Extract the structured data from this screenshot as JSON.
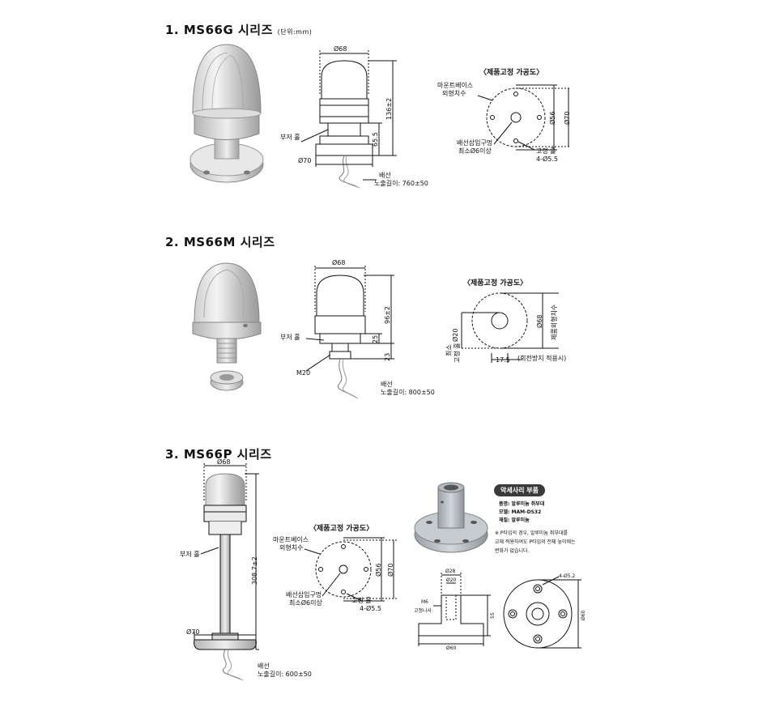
{
  "sections": [
    {
      "title": "1. MS66G 시리즈",
      "unit_note": "(단위:mm)",
      "dims": {
        "diameter_top": "Ø68",
        "height": "136±2",
        "lower_height": "65.5",
        "base_diameter": "Ø70"
      },
      "buzzer_label": "부저 홀",
      "wire_label": "배선",
      "wire_length": "노출길이: 760±50",
      "mount": {
        "title": "〈제품고정 가공도〉",
        "mount_base_label": "마운트베이스",
        "mount_base_label2": "외형치수",
        "inner_diameter": "Ø56",
        "outer_diameter": "Ø70",
        "wire_hole_label": "배선삽입구멍",
        "wire_hole_min": "최소Ø6이상",
        "fix_hole_label": "고정 홀",
        "fix_hole_spec": "4-Ø5.5"
      }
    },
    {
      "title": "2. MS66M 시리즈",
      "dims": {
        "diameter_top": "Ø68",
        "height": "96±2",
        "lower1": "25",
        "lower2": "23",
        "thread": "M20"
      },
      "buzzer_label": "부저 홀",
      "wire_label": "배선",
      "wire_length": "노출길이: 800±50",
      "mount": {
        "title": "〈제품고정 가공도〉",
        "fix_label": "고정 홀",
        "fix_min": "최소",
        "fix_diameter": "Ø20",
        "outer_diameter": "Ø68",
        "outer_label": "제품외형치수",
        "offset": "17.5",
        "anti_rotation": "(회전방지 적용시)"
      }
    },
    {
      "title": "3. MS66P 시리즈",
      "dims": {
        "diameter_top": "Ø68",
        "height": "308.7±2",
        "base_diameter": "Ø70"
      },
      "buzzer_label": "부저 홀",
      "wire_label": "배선",
      "wire_length": "노출길이: 600±50",
      "mount": {
        "title": "〈제품고정 가공도〉",
        "mount_base_label": "마운트베이스",
        "mount_base_label2": "외형치수",
        "inner_diameter": "Ø56",
        "outer_diameter": "Ø70",
        "wire_hole_label": "배선삽입구멍",
        "wire_hole_min": "최소Ø6이상",
        "fix_hole_label": "고정 홀",
        "fix_hole_spec": "4-Ø5.5"
      },
      "accessory": {
        "chip": "악세사리 부품",
        "name": "품명: 알루미늄 취부대",
        "model": "모델: MAM-DS32",
        "material": "재질: 알루미늄",
        "note1": "※ P타입의 경우, 알루미늄 취부대를",
        "note2": "교체 적용하여도 P타입의 전체 높이에는",
        "note3": "변화가 없습니다.",
        "d28": "Ø28",
        "d20": "Ø20",
        "d60": "Ø60",
        "h55": "55",
        "hole_spec": "4-Ø5.2",
        "m6": "M6",
        "m6_label": "고정나사",
        "d60b": "Ø60"
      }
    }
  ]
}
